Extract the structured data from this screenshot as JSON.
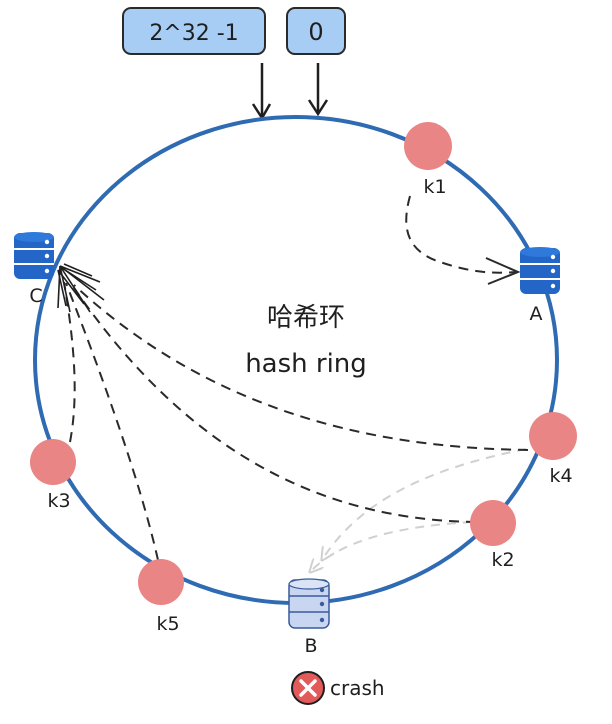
{
  "top_labels": {
    "max_value": "2^32 -1",
    "zero": "0"
  },
  "ring_title_cn": "哈希环",
  "ring_title_en": "hash ring",
  "servers": [
    {
      "id": "A",
      "label": "A",
      "state": "active"
    },
    {
      "id": "B",
      "label": "B",
      "state": "failed"
    },
    {
      "id": "C",
      "label": "C",
      "state": "active"
    }
  ],
  "keys": [
    {
      "id": "k1",
      "label": "k1",
      "maps_to": "A"
    },
    {
      "id": "k2",
      "label": "k2",
      "maps_to": "C"
    },
    {
      "id": "k3",
      "label": "k3",
      "maps_to": "C"
    },
    {
      "id": "k4",
      "label": "k4",
      "maps_to": "C"
    },
    {
      "id": "k5",
      "label": "k5",
      "maps_to": "C"
    }
  ],
  "crash": {
    "label": "crash"
  },
  "colors": {
    "ring": "#2f6bb3",
    "label_box_fill": "#a8cdf5",
    "label_box_stroke": "#2a2a2a",
    "server_active_fill": "#2466c7",
    "server_failed_fill": "#c9d6f2",
    "key_fill": "#ea8585",
    "crash_fill": "#e35a5a",
    "arrow_dark": "#2a2a2a",
    "arrow_faded": "#d0d0d0"
  }
}
